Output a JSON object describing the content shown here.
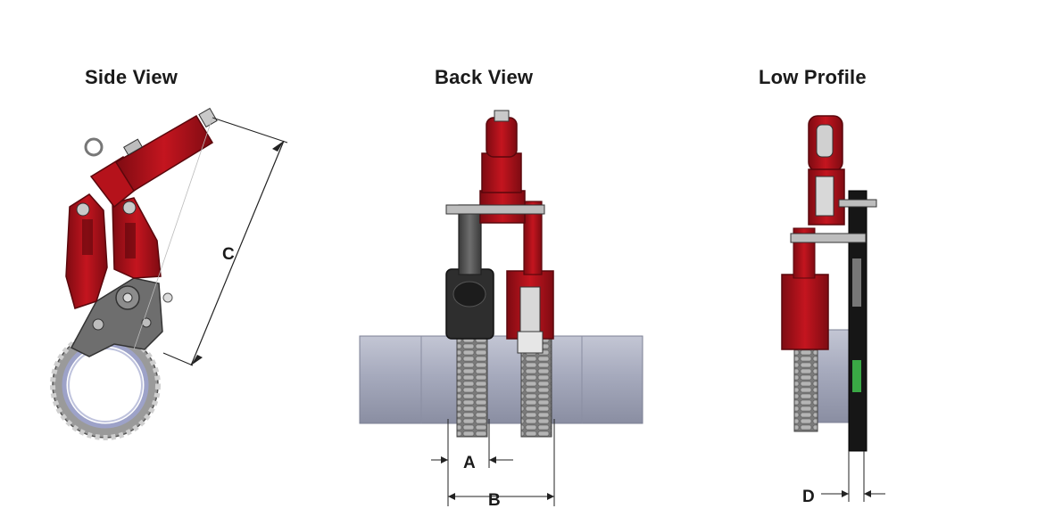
{
  "titles": {
    "side_view": "Side View",
    "back_view": "Back View",
    "low_profile": "Low Profile"
  },
  "dimensions": {
    "a": "A",
    "b": "B",
    "c": "C",
    "d": "D"
  },
  "colors": {
    "red": "#b5121b",
    "dark_red": "#7e0b12",
    "gray": "#6b6b6b",
    "dark_gray": "#3c3c3c",
    "pipe": "#a3a7bb",
    "chain": "#8f8f8f"
  }
}
